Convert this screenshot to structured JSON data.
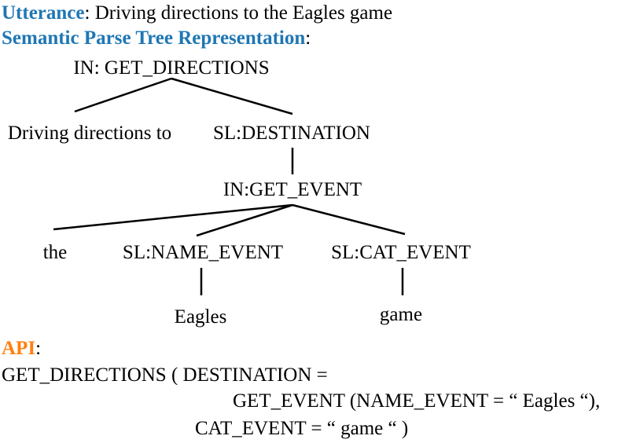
{
  "utterance": {
    "label": "Utterance",
    "sep": ":",
    "text": "Driving directions to the Eagles game"
  },
  "parse_header": {
    "label": "Semantic Parse Tree Representation",
    "sep": ":"
  },
  "tree": {
    "root": "IN: GET_DIRECTIONS",
    "left_text": "Driving directions to",
    "destination": "SL:DESTINATION",
    "get_event": "IN:GET_EVENT",
    "the": "the",
    "name_event": "SL:NAME_EVENT",
    "cat_event": "SL:CAT_EVENT",
    "eagles": "Eagles",
    "game": "game"
  },
  "api": {
    "label": "API",
    "sep": ":",
    "line1": "GET_DIRECTIONS ( DESTINATION =",
    "line2": "GET_EVENT (NAME_EVENT = “ Eagles “),",
    "line3": "CAT_EVENT = “ game “ )"
  },
  "colors": {
    "header_blue": "#1f77b4",
    "header_orange": "#ff7f0e",
    "text": "#000000"
  }
}
